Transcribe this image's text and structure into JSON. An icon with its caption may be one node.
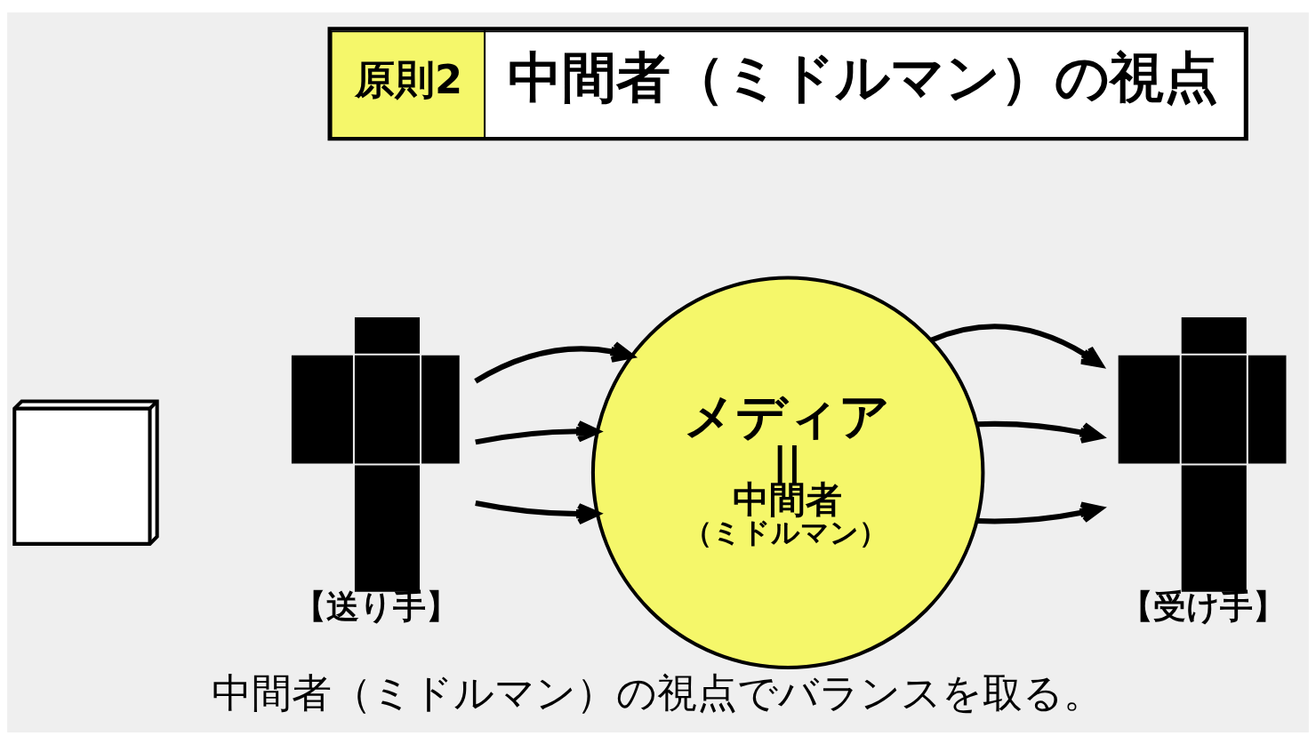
{
  "diagram": {
    "caption": "中間者（ミドルマン）の視点でバランスを取る。",
    "nodes": [
      {
        "text": [
          "原則2",
          "中間者（ミドルマン）の視点"
        ]
      },
      {
        "text": [],
        "shape": "cube"
      },
      {
        "text": [],
        "shape": "person",
        "beside": [
          "【送り手】"
        ]
      },
      {
        "text": [
          "メディア",
          "||",
          "中間者",
          "（ミドルマン）"
        ]
      },
      {
        "text": [],
        "shape": "person",
        "beside": [
          "【受け手】"
        ]
      }
    ],
    "edges": [
      {
        "from": 2,
        "to": 3,
        "arrow": "to"
      },
      {
        "from": 2,
        "to": 3,
        "arrow": "to"
      },
      {
        "from": 2,
        "to": 3,
        "arrow": "to"
      },
      {
        "from": 3,
        "to": 4,
        "arrow": "to"
      },
      {
        "from": 3,
        "to": 4,
        "arrow": "to"
      },
      {
        "from": 3,
        "to": 4,
        "arrow": "to"
      }
    ]
  }
}
